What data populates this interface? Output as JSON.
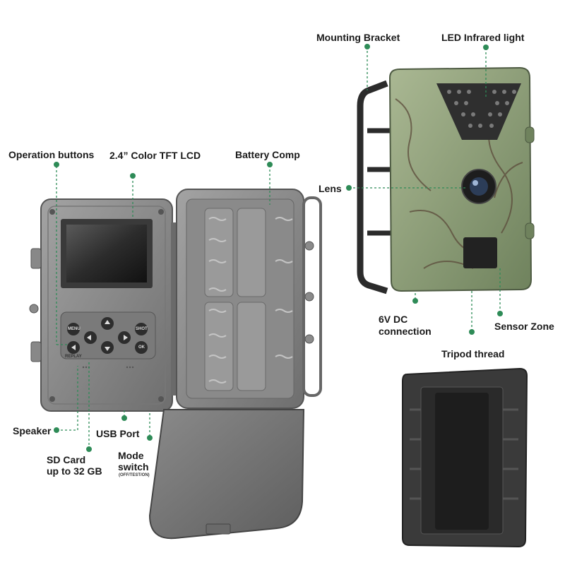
{
  "labels": {
    "mounting_bracket": "Mounting Bracket",
    "led_infrared": "LED Infrared light",
    "operation_buttons": "Operation buttons",
    "lcd": "2.4” Color TFT LCD",
    "battery_comp": "Battery Comp",
    "lens": "Lens",
    "dc_line1": "6V DC",
    "dc_line2": "connection",
    "sensor_zone": "Sensor Zone",
    "tripod_thread": "Tripod thread",
    "speaker": "Speaker",
    "usb_port": "USB Port",
    "sd_line1": "SD Card",
    "sd_line2": "up to 32 GB",
    "mode_line1": "Mode",
    "mode_line2": "switch",
    "mode_line3": "(OFF/TEST/ON)"
  },
  "buttons": {
    "menu": "MENU",
    "shot": "SHOT",
    "replay": "REPLAY",
    "ok": "OK"
  },
  "colors": {
    "leader": "#2e8b57",
    "casing": "#8c8c8c",
    "camo": "#8fa37a"
  }
}
